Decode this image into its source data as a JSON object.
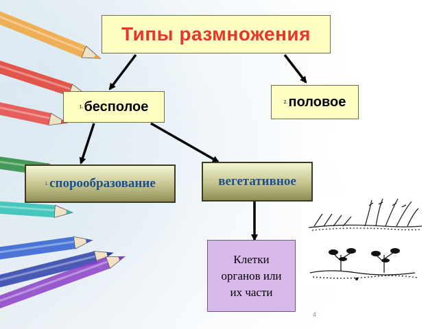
{
  "title": "Типы размножения",
  "asexual": {
    "number": "1.",
    "label": "бесполое"
  },
  "sexual": {
    "number": "2.",
    "label": "половое"
  },
  "spore": {
    "number": "1.",
    "label": "спорообразование"
  },
  "vegetative": {
    "label": "вегетативное"
  },
  "cells": {
    "lines": [
      "Клетки",
      "органов или",
      "их части"
    ]
  },
  "slide_number": "4",
  "colors": {
    "title_text": "#e8372a",
    "node_text_blue": "#1d4f8c",
    "arrow": "#000000",
    "yellow_box": "#ffffc4",
    "lilac_box": "#d9b8ec"
  },
  "pencil_colors": [
    "#f2a43a",
    "#e23b2e",
    "#e8473f",
    "#2a8a3c",
    "#2bbfb4",
    "#2f5fd0",
    "#2b3fa8",
    "#8a3fc6"
  ]
}
